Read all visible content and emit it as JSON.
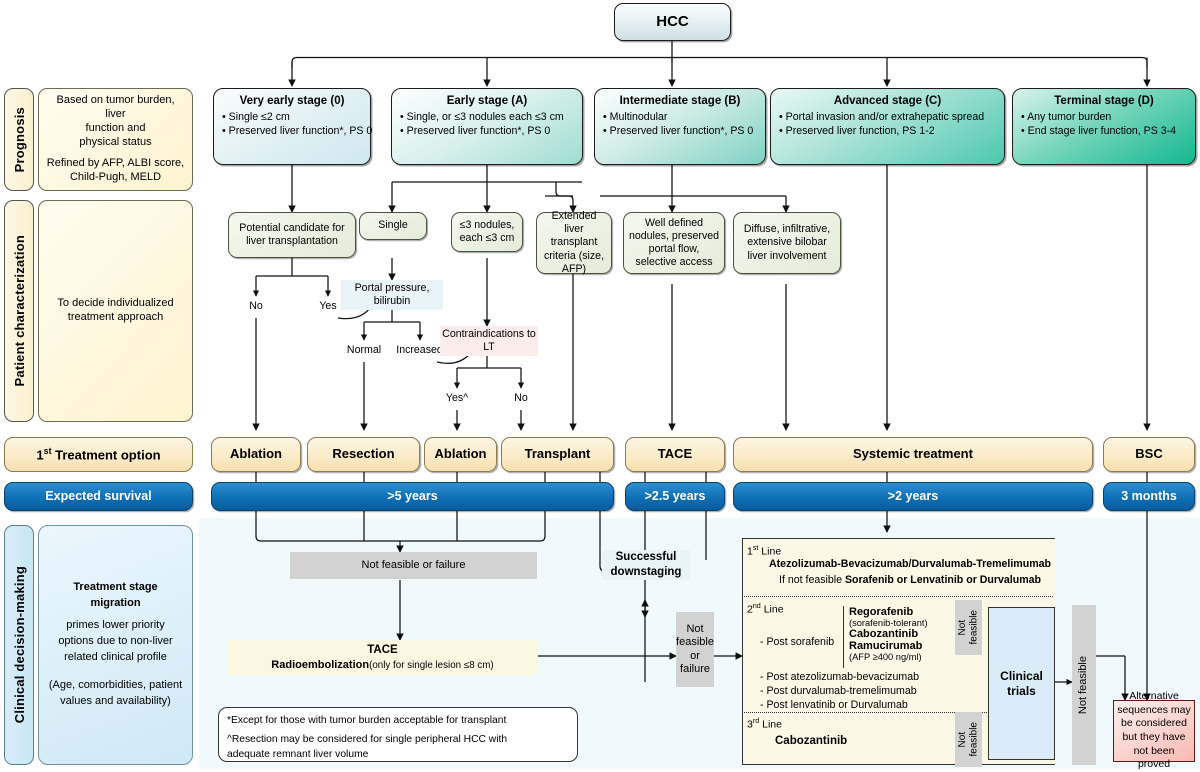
{
  "diagram": {
    "root_node": "HCC"
  },
  "rows": {
    "prognosis_label": "Prognosis",
    "patient_label": "Patient characterization",
    "treatment_label": "1st Treatment option",
    "treatment_label_sup": "st",
    "treatment_label_pre": "1",
    "treatment_label_post": " Treatment option",
    "survival_label": "Expected survival",
    "decision_label": "Clinical decision-making"
  },
  "prognosis_note": {
    "line1": "Based on tumor burden, liver",
    "line2": "function and",
    "line3": "physical status",
    "line4": "Refined by AFP, ALBI score,",
    "line5": "Child-Pugh, MELD"
  },
  "patient_note": {
    "line1": "To decide individualized",
    "line2": "treatment approach"
  },
  "stages": [
    {
      "title": "Very early stage (0)",
      "bullets": [
        "• Single ≤2 cm",
        "• Preserved liver function*, PS 0"
      ]
    },
    {
      "title": "Early stage (A)",
      "bullets": [
        "• Single, or ≤3 nodules each ≤3 cm",
        "• Preserved liver function*, PS 0"
      ]
    },
    {
      "title": "Intermediate stage (B)",
      "bullets": [
        "• Multinodular",
        "• Preserved liver function*, PS 0"
      ]
    },
    {
      "title": "Advanced stage (C)",
      "bullets": [
        "• Portal invasion and/or extrahepatic spread",
        "• Preserved liver function, PS 1-2"
      ]
    },
    {
      "title": "Terminal stage (D)",
      "bullets": [
        "• Any tumor burden",
        "• End stage liver function, PS 3-4"
      ]
    }
  ],
  "characterization": {
    "potential_candidate": "Potential candidate for liver transplantation",
    "single": "Single",
    "three_nodules": "≤3 nodules, each ≤3 cm",
    "extended_criteria": "Extended liver transplant criteria (size, AFP)",
    "well_defined": "Well defined nodules, preserved portal flow, selective access",
    "diffuse": "Diffuse, infiltrative, extensive bilobar liver involvement",
    "no": "No",
    "yes": "Yes",
    "portal_pressure": "Portal pressure, bilirubin",
    "normal": "Normal",
    "increased": "Increased^",
    "contraindications": "Contraindications to LT",
    "yes_caret": "Yes^",
    "no2": "No"
  },
  "treatments": [
    {
      "label": "Ablation"
    },
    {
      "label": "Resection"
    },
    {
      "label": "Ablation"
    },
    {
      "label": "Transplant"
    },
    {
      "label": "TACE"
    },
    {
      "label": "Systemic treatment"
    },
    {
      "label": "BSC"
    }
  ],
  "survival": [
    {
      "label": ">5 years"
    },
    {
      "label": ">2.5 years"
    },
    {
      "label": ">2 years"
    },
    {
      "label": "3 months"
    }
  ],
  "decision": {
    "migration_title": "Treatment stage migration",
    "migration_l1": "primes lower priority",
    "migration_l2": "options due to non-liver",
    "migration_l3": "related clinical profile",
    "migration_l4": "(Age, comorbidities, patient",
    "migration_l5": "values and availability)",
    "not_feasible_or_failure": "Not  feasible or failure",
    "tace_title": "TACE",
    "radio_bold": "Radioembolization",
    "radio_note": "(only  for single lesion ≤8 cm)",
    "successful_l1": "Successful",
    "successful_l2": "downstaging",
    "nf_or_failure_v": "Not feasible or failure",
    "nf_v1": "Not",
    "nf_v2": "feasible",
    "nf_v3": "or",
    "nf_v4": "failure",
    "not_feasible_vert": "Not feasible",
    "clinical_trials_l1": "Clinical",
    "clinical_trials_l2": "trials",
    "alternative": "Alternative sequences may be considered but they have not been proved"
  },
  "systemic": {
    "line1_label_pre": "1",
    "line1_label_sup": "st",
    "line1_label_post": " Line",
    "line1_drugs": "Atezolizumab-Bevacizumab/Durvalumab-Tremelimumab",
    "line1_alt_pre": "If not feasible ",
    "line1_alt_bold": "Sorafenib or Lenvatinib or Durvalumab",
    "line2_label_pre": "2",
    "line2_label_sup": "nd",
    "line2_label_post": " Line",
    "post_sorafenib": "- Post sorafenib",
    "regorafenib": "Regorafenib",
    "regorafenib_note": "(sorafenib-tolerant)",
    "cabozantinib": "Cabozantinib",
    "ramucirumab": "Ramucirumab",
    "ramucirumab_note": "(AFP ≥400 ng/ml)",
    "post_atezo": "- Post atezolizumab-bevacizumab",
    "post_durva": "- Post durvalumab-tremelimumab",
    "post_lenva": "- Post lenvatinib or Durvalumab",
    "line3_label_pre": "3",
    "line3_label_sup": "rd",
    "line3_label_post": " Line",
    "line3_drug": "Cabozantinib"
  },
  "footnotes": {
    "star": "*Except for  those with tumor burden acceptable for transplant",
    "caret_l1": "^Resection may be considered for single peripheral HCC with",
    "caret_l2": "adequate remnant liver volume"
  },
  "colors": {
    "survival_blue": "#0f6fb5",
    "terminal_teal": "#13b88f",
    "treatment_cream": "#fbeac6",
    "decision_bg": "#f0fafc",
    "gray_box": "#d2d2d2",
    "alt_red": "#f9b9b2"
  }
}
